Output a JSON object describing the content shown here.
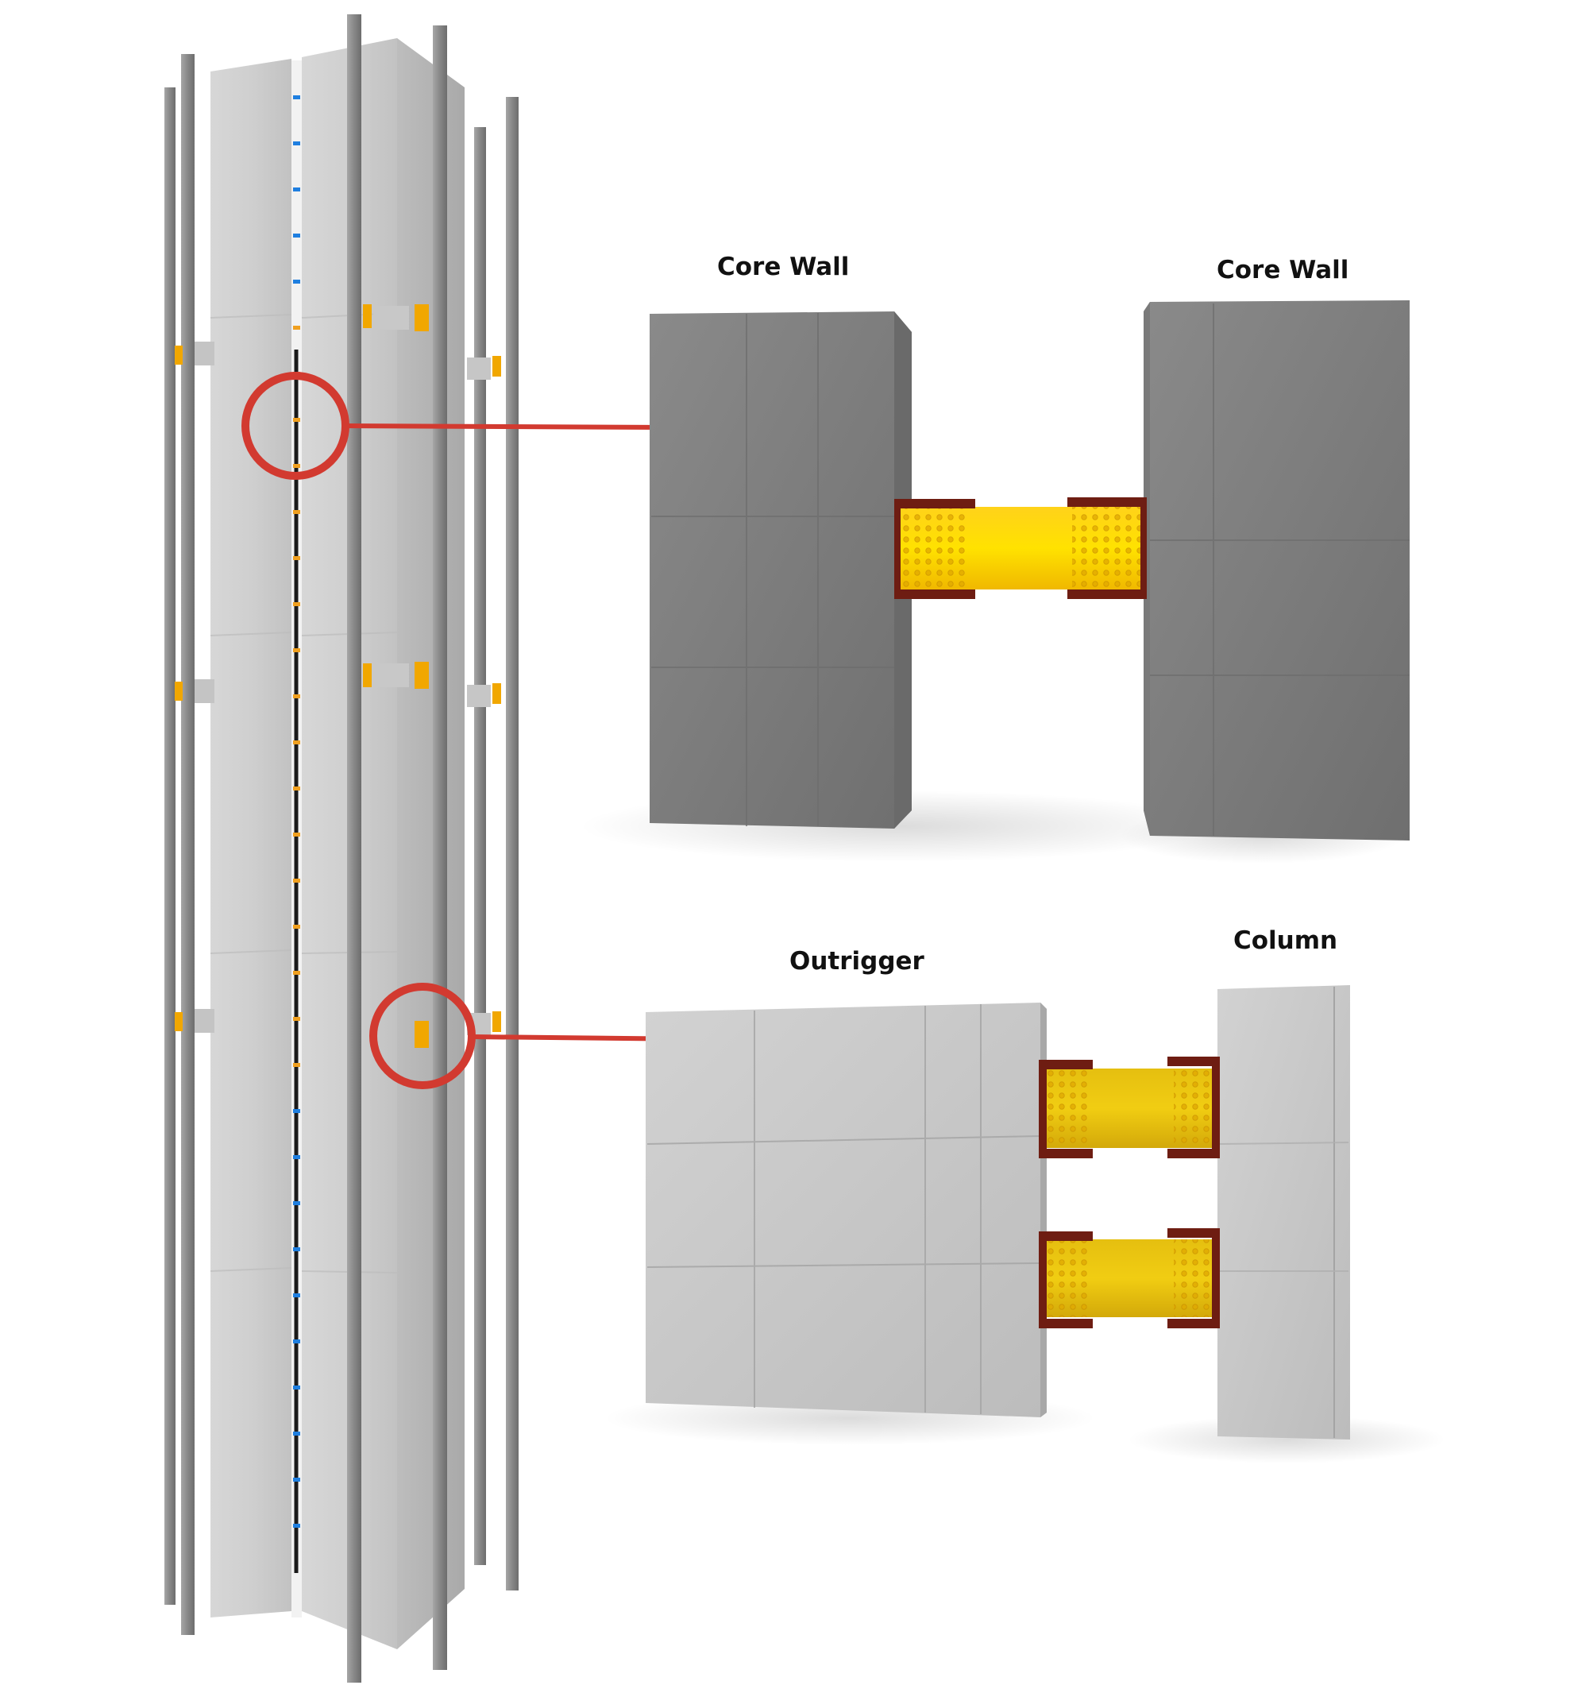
{
  "labels": {
    "core_wall_left": "Core Wall",
    "core_wall_right": "Core Wall",
    "outrigger": "Outrigger",
    "column": "Column"
  },
  "colors": {
    "background": "#ffffff",
    "concrete_dark": "#7c7c7c",
    "concrete_light": "#c9c9c9",
    "steel_link": "#f2c400",
    "steel_link_bright": "#ffe000",
    "end_plate": "#6e1d12",
    "callout": "#d23a30",
    "joint_marker_blue": "#1f7fe0",
    "joint_marker_orange": "#f0a020"
  }
}
